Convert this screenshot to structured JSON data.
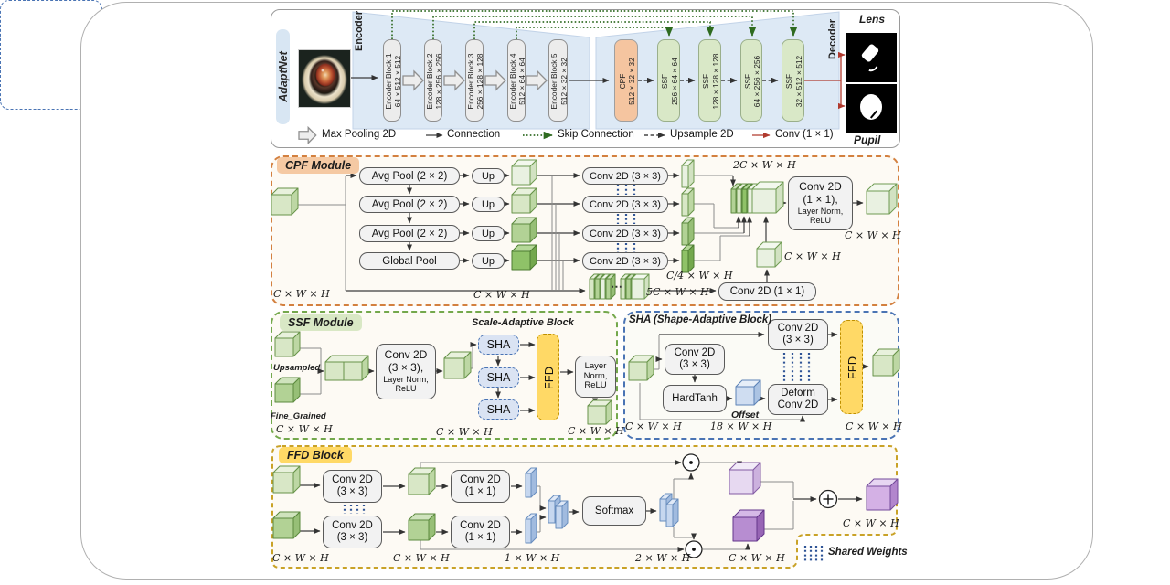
{
  "figure": {
    "title": "AdaptNet",
    "encoder_label": "Encoder",
    "decoder_label": "Decoder",
    "lens_label": "Lens",
    "pupil_label": "Pupil",
    "encoder_blocks": [
      {
        "name": "Encoder Block 1",
        "dims": "64 × 512 × 512"
      },
      {
        "name": "Encoder Block 2",
        "dims": "128 × 256 × 256"
      },
      {
        "name": "Encoder Block 3",
        "dims": "256 × 128 × 128"
      },
      {
        "name": "Encoder Block 4",
        "dims": "512 × 64 × 64"
      },
      {
        "name": "Encoder Block 5",
        "dims": "512 × 32 × 32"
      }
    ],
    "decoder_blocks": [
      {
        "name": "CPF",
        "dims": "512 × 32 × 32"
      },
      {
        "name": "SSF",
        "dims": "256 × 64 × 64"
      },
      {
        "name": "SSF",
        "dims": "128 × 128 × 128"
      },
      {
        "name": "SSF",
        "dims": "64 × 256 × 256"
      },
      {
        "name": "SSF",
        "dims": "32 × 512 × 512"
      }
    ],
    "legend": [
      {
        "label": "Max Pooling 2D"
      },
      {
        "label": "Connection"
      },
      {
        "label": "Skip Connection"
      },
      {
        "label": "Upsample 2D"
      },
      {
        "label": "Conv (1 × 1)"
      }
    ]
  },
  "cpf": {
    "title": "CPF Module",
    "pools": [
      "Avg Pool (2 × 2)",
      "Avg Pool (2 × 2)",
      "Avg Pool (2 × 2)",
      "Global Pool"
    ],
    "up": "Up",
    "conv3": "Conv 2D (3 × 3)",
    "conv1_multi": [
      "Conv 2D",
      "(1 × 1),",
      "Layer Norm,",
      "ReLU"
    ],
    "conv1": "Conv 2D (1 × 1)",
    "dots": "⋯",
    "dims": {
      "input": "C × W × H",
      "mid": "C × W × H",
      "top2c": "2C × W × H",
      "quarter": "C/4 × W × H",
      "five": "5C × W × H",
      "right": "C × W × H",
      "out": "C × W × H"
    }
  },
  "ssf": {
    "title": "SSF Module",
    "upsampled": "Upsampled",
    "fine_grained": "Fine_Grained",
    "conv_multi": [
      "Conv 2D",
      "(3 × 3),",
      "Layer Norm,",
      "ReLU"
    ],
    "sab_title": "Scale-Adaptive Block",
    "sha": "SHA",
    "ffd": "FFD",
    "ln_multi": [
      "Layer",
      "Norm,",
      "ReLU"
    ],
    "dims": {
      "input": "C × W × H",
      "mid": "C × W × H",
      "out": "C × W × H"
    }
  },
  "sha": {
    "title": "SHA (Shape-Adaptive Block)",
    "conv3": [
      "Conv 2D",
      "(3 × 3)"
    ],
    "hardtanh": "HardTanh",
    "offset": "Offset",
    "deform": [
      "Deform",
      "Conv 2D"
    ],
    "ffd": "FFD",
    "dims": {
      "input": "C × W × H",
      "offset": "18 × W × H",
      "out": "C × W × H"
    }
  },
  "ffd": {
    "title": "FFD Block",
    "conv3": [
      "Conv 2D",
      "(3 × 3)"
    ],
    "conv1": [
      "Conv 2D",
      "(1 × 1)"
    ],
    "softmax": "Softmax",
    "shared_weights": "Shared Weights",
    "dims": {
      "in": "C × W × H",
      "mid": "C × W × H",
      "one": "1 × W × H",
      "two": "2 × W × H",
      "cubes": "C × W × H",
      "out": "C × W × H"
    }
  },
  "colors": {
    "cpf_accent": "#ED7D31",
    "ssf_accent": "#70AD47",
    "sha_accent": "#4472C4",
    "ffd_accent": "#BF9000",
    "cube_green": "#D8E7C6",
    "cube_blue": "#CFDDF1",
    "cube_purple": "#B78DD1",
    "skip_green": "#356E28",
    "conv_red": "#B03A2E",
    "shared_weights_blue": "#2F5496"
  }
}
